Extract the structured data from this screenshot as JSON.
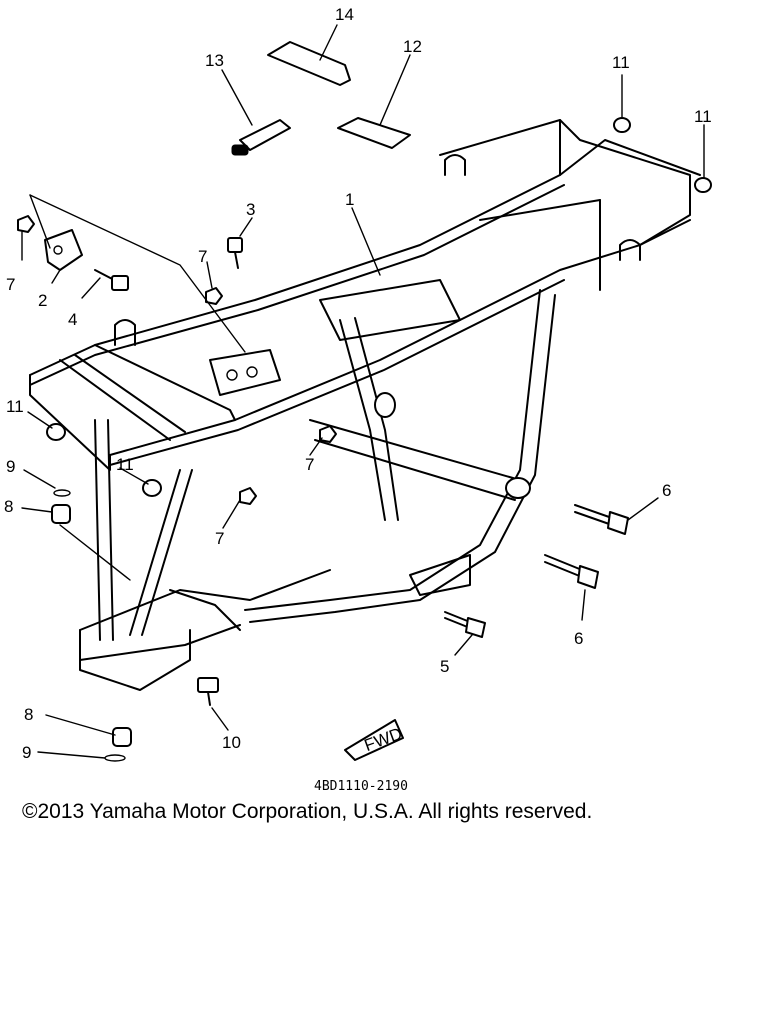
{
  "diagram": {
    "part_code": "4BD1110-2190",
    "fwd_label": "FWD",
    "callouts": [
      {
        "id": "c14",
        "text": "14"
      },
      {
        "id": "c13",
        "text": "13"
      },
      {
        "id": "c12",
        "text": "12"
      },
      {
        "id": "c11a",
        "text": "11"
      },
      {
        "id": "c11b",
        "text": "11"
      },
      {
        "id": "c1",
        "text": "1"
      },
      {
        "id": "c3",
        "text": "3"
      },
      {
        "id": "c7a",
        "text": "7"
      },
      {
        "id": "c2",
        "text": "2"
      },
      {
        "id": "c4",
        "text": "4"
      },
      {
        "id": "c7b",
        "text": "7"
      },
      {
        "id": "c11c",
        "text": "11"
      },
      {
        "id": "c9a",
        "text": "9"
      },
      {
        "id": "c11d",
        "text": "11"
      },
      {
        "id": "c8a",
        "text": "8"
      },
      {
        "id": "c7c",
        "text": "7"
      },
      {
        "id": "c7d",
        "text": "7"
      },
      {
        "id": "c6a",
        "text": "6"
      },
      {
        "id": "c6b",
        "text": "6"
      },
      {
        "id": "c5",
        "text": "5"
      },
      {
        "id": "c8b",
        "text": "8"
      },
      {
        "id": "c10",
        "text": "10"
      },
      {
        "id": "c9b",
        "text": "9"
      }
    ]
  },
  "footer": {
    "copyright": "©2013 Yamaha Motor Corporation, U.S.A. All rights reserved."
  }
}
